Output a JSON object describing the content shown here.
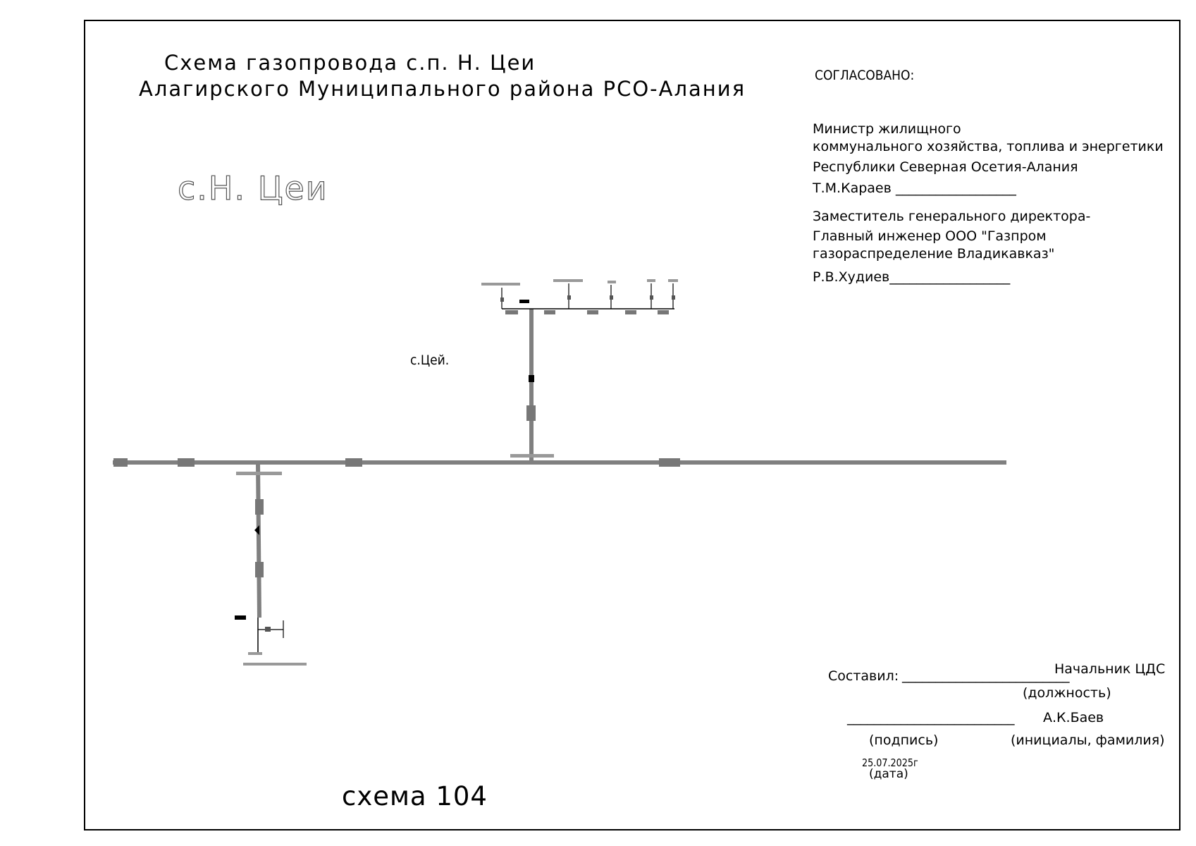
{
  "header": {
    "title_line1": "Схема газопровода с.п. Н. Цеи",
    "title_line2": "Алагирского   Муниципального района РСО-Алания"
  },
  "settlement_big": "с.Н. Цеи",
  "settlement_small": "с.Цей.",
  "approval": {
    "heading": "СОГЛАСОВАНО:",
    "minister_line1": "Министр жилищного",
    "minister_line2": "коммунального  хозяйства, топлива и энергетики",
    "minister_line3": "Республики Северная Осетия-Алания",
    "minister_sign": "Т.М.Караев __________________",
    "deputy_line1": "Заместитель генерального директора-",
    "deputy_line2": "Главный инженер  ООО \"Газпром",
    "deputy_line3": "газораспределение Владикавказ\"",
    "deputy_sign": "Р.В.Худиев__________________"
  },
  "compiled": {
    "label": "Составил:",
    "label_line": "_________________________",
    "position": "Начальник ЦДС",
    "position_caption": "(должность)",
    "signature_line": "_________________________",
    "name": "А.К.Баев",
    "signature_caption": "(подпись)",
    "name_caption": "(инициалы, фамилия)",
    "date": "25.07.2025г",
    "date_caption": "(дата)"
  },
  "scheme_label": "схема 104",
  "colors": {
    "pipe_main": "#808080",
    "line_thin": "#000000",
    "frame": "#000000"
  }
}
